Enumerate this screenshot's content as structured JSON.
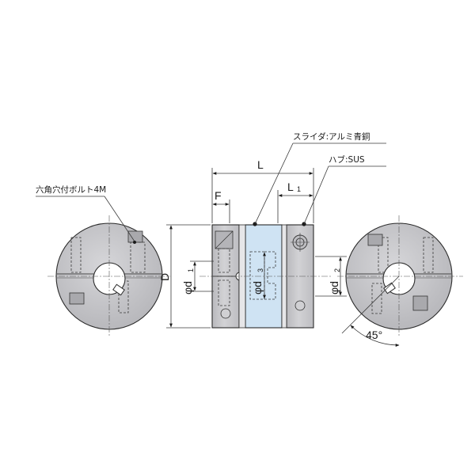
{
  "callouts": {
    "bolt_label": "六角穴付ボルト4M",
    "slider_label": "スライダ:アルミ青銅",
    "hub_label": "ハブ:SUS"
  },
  "dimensions": {
    "L": "L",
    "L1_main": "L",
    "L1_sub": "1",
    "F": "F",
    "D": "D",
    "d1_main": "φd",
    "d1_sub": "1",
    "d2_main": "φd",
    "d2_sub": "2",
    "d3_main": "φd",
    "d3_sub": "3",
    "angle": "45°"
  },
  "colors": {
    "hub_fill": "#c9c9cc",
    "hub_shade": "#a9a9ad",
    "slider_fill": "#cfe3f3",
    "line": "#2b2b2b",
    "marker": "#1a1a1a"
  }
}
